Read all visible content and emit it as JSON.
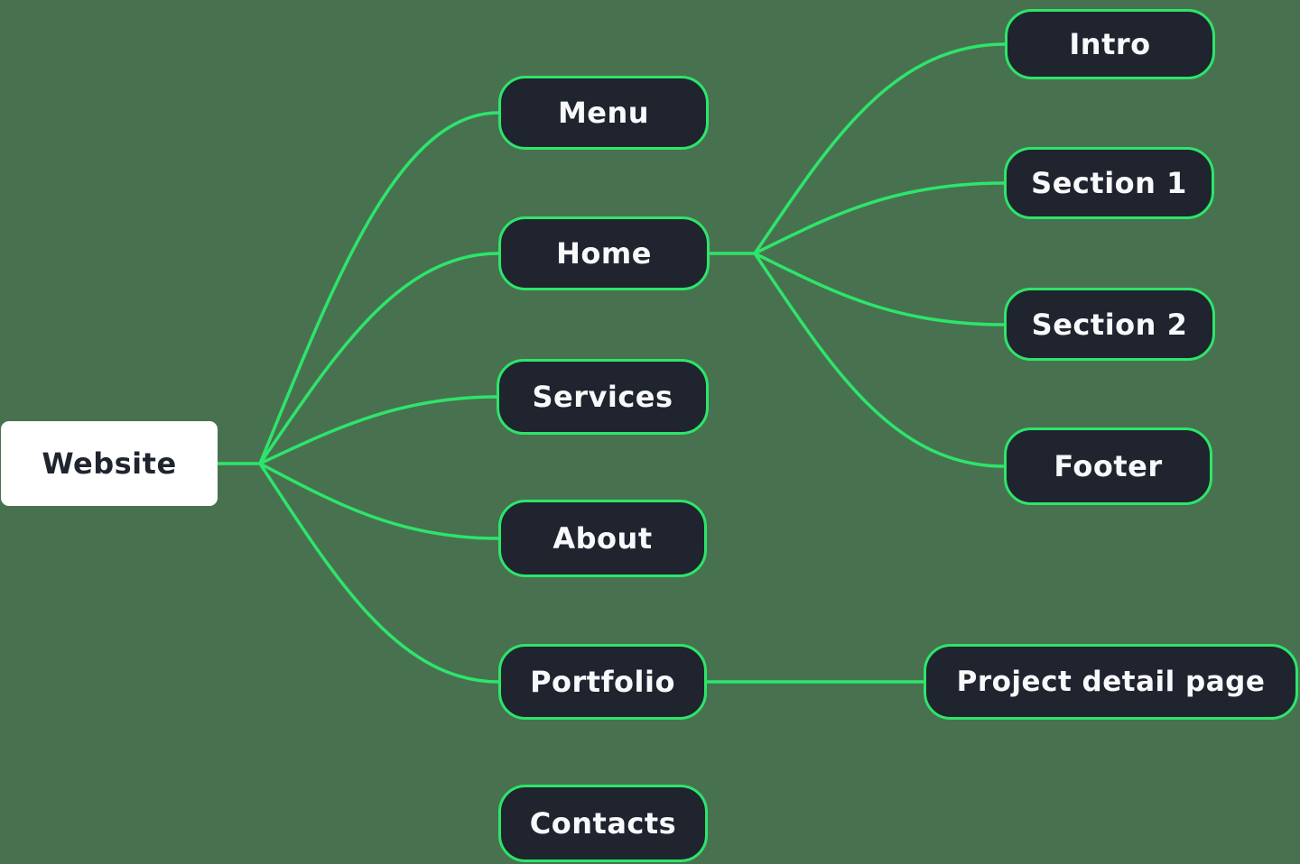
{
  "theme": {
    "background": "#48724f",
    "accent": "#2de56b",
    "node_fill": "#1f242e",
    "node_text": "#f8f9fb",
    "root_fill": "#ffffff",
    "root_text": "#1f242e"
  },
  "nodes": {
    "website": {
      "label": "Website"
    },
    "menu": {
      "label": "Menu"
    },
    "home": {
      "label": "Home"
    },
    "services": {
      "label": "Services"
    },
    "about": {
      "label": "About"
    },
    "portfolio": {
      "label": "Portfolio"
    },
    "contacts": {
      "label": "Contacts"
    },
    "intro": {
      "label": "Intro"
    },
    "section1": {
      "label": "Section 1"
    },
    "section2": {
      "label": "Section 2"
    },
    "footer": {
      "label": "Footer"
    },
    "project_detail": {
      "label": "Project detail page"
    }
  },
  "edges": [
    {
      "from": "website",
      "to": "menu"
    },
    {
      "from": "website",
      "to": "home"
    },
    {
      "from": "website",
      "to": "services"
    },
    {
      "from": "website",
      "to": "about"
    },
    {
      "from": "website",
      "to": "portfolio"
    },
    {
      "from": "home",
      "to": "intro"
    },
    {
      "from": "home",
      "to": "section1"
    },
    {
      "from": "home",
      "to": "section2"
    },
    {
      "from": "home",
      "to": "footer"
    },
    {
      "from": "portfolio",
      "to": "project_detail"
    }
  ]
}
